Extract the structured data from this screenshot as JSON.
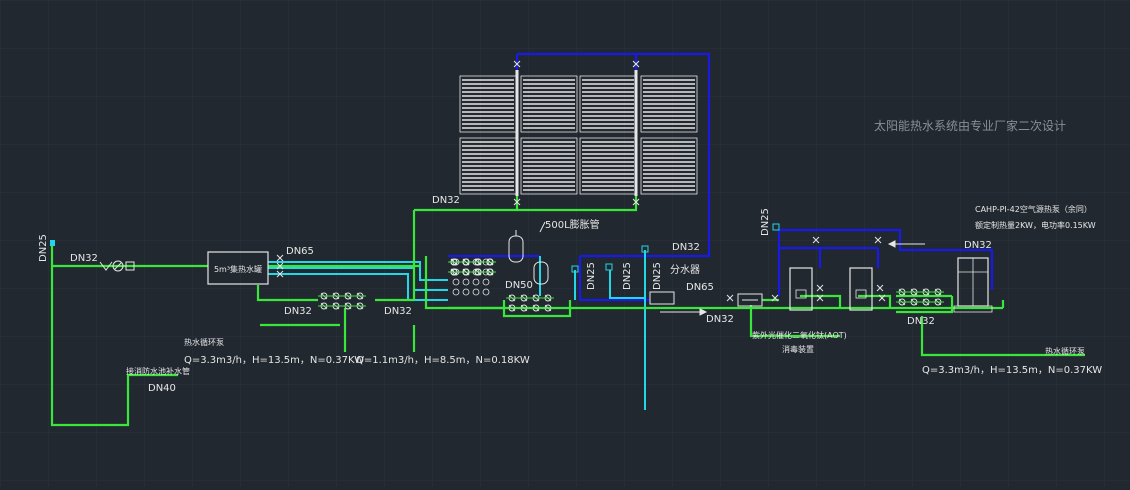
{
  "colors": {
    "background": "#212830",
    "grid": "#2a323b",
    "supply_green": "#39e639",
    "return_blue": "#1a1ae6",
    "cold_cyan": "#22d8e8",
    "text": "#e6e6e6",
    "note": "#8a8f96"
  },
  "labels": {
    "dn25_left": "DN25",
    "dn32_inlet": "DN32",
    "tank_name": "5m³集热水罐",
    "dn65_tank": "DN65",
    "dn32_collector": "DN32",
    "expansion_tank": "500L膨胀管",
    "dn32_return": "DN32",
    "dn50": "DN50",
    "dn25_a": "DN25",
    "dn25_b": "DN25",
    "dn25_c": "DN25",
    "water_divider": "分水器",
    "dn65_right": "DN65",
    "dn32_pump_a": "DN32",
    "dn32_pump_b": "DN32",
    "dn32_main": "DN32",
    "dn25_top": "DN25",
    "dn32_heatpump": "DN32",
    "dn32_pump_c": "DN32",
    "note_design": "太阳能热水系统由专业厂家二次设计",
    "heatpump_model": "CAHP-PI-42空气源热泵（余同）",
    "heatpump_spec": "额定制热量2KW，电功率0.15KW",
    "uv_disinfection": "紫外光催化二氧化钛(AOT)",
    "disinfection_device": "消毒装置",
    "pump_a_title": "热水循环泵",
    "pump_a_spec": "Q=3.3m3/h，H=13.5m，N=0.37KW",
    "pump_b_spec": "Q=1.1m3/h，H=8.5m，N=0.18KW",
    "pump_c_title": "热水循环泵",
    "pump_c_spec": "Q=3.3m3/h，H=13.5m，N=0.37KW",
    "fire_pool_pipe": "接消防水池补水管",
    "dn40": "DN40"
  }
}
